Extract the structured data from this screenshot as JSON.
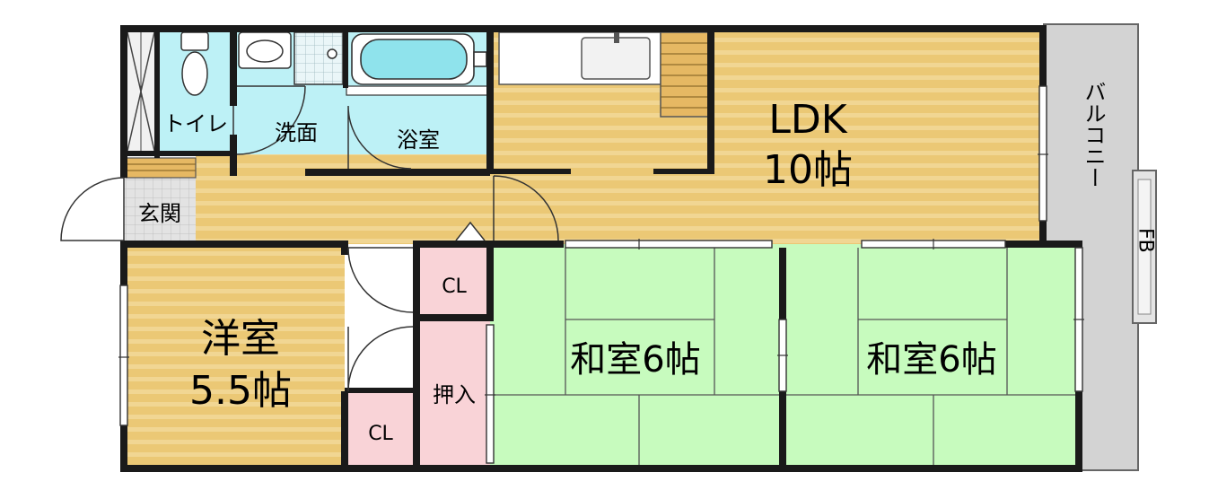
{
  "rooms": {
    "ldk_name": "LDK",
    "ldk_size": "10帖",
    "western_name": "洋室",
    "western_size": "5.5帖",
    "washitsu1": "和室6帖",
    "washitsu2": "和室6帖",
    "toilet": "トイレ",
    "washroom": "洗面",
    "bathroom": "浴室",
    "entrance": "玄関",
    "closet1": "CL",
    "closet2": "CL",
    "oshiire": "押入",
    "balcony": "バルコニー",
    "fb": "FB"
  },
  "colors": {
    "wood_floor": "#EBC875",
    "wood_stripe": "#F3DCA0",
    "tatami": "#C7FBBE",
    "tile_blue": "#BDF1F6",
    "closet_pink": "#F9D3D7",
    "balcony_grey": "#D3D3D3",
    "wall": "#1a1a1a"
  }
}
